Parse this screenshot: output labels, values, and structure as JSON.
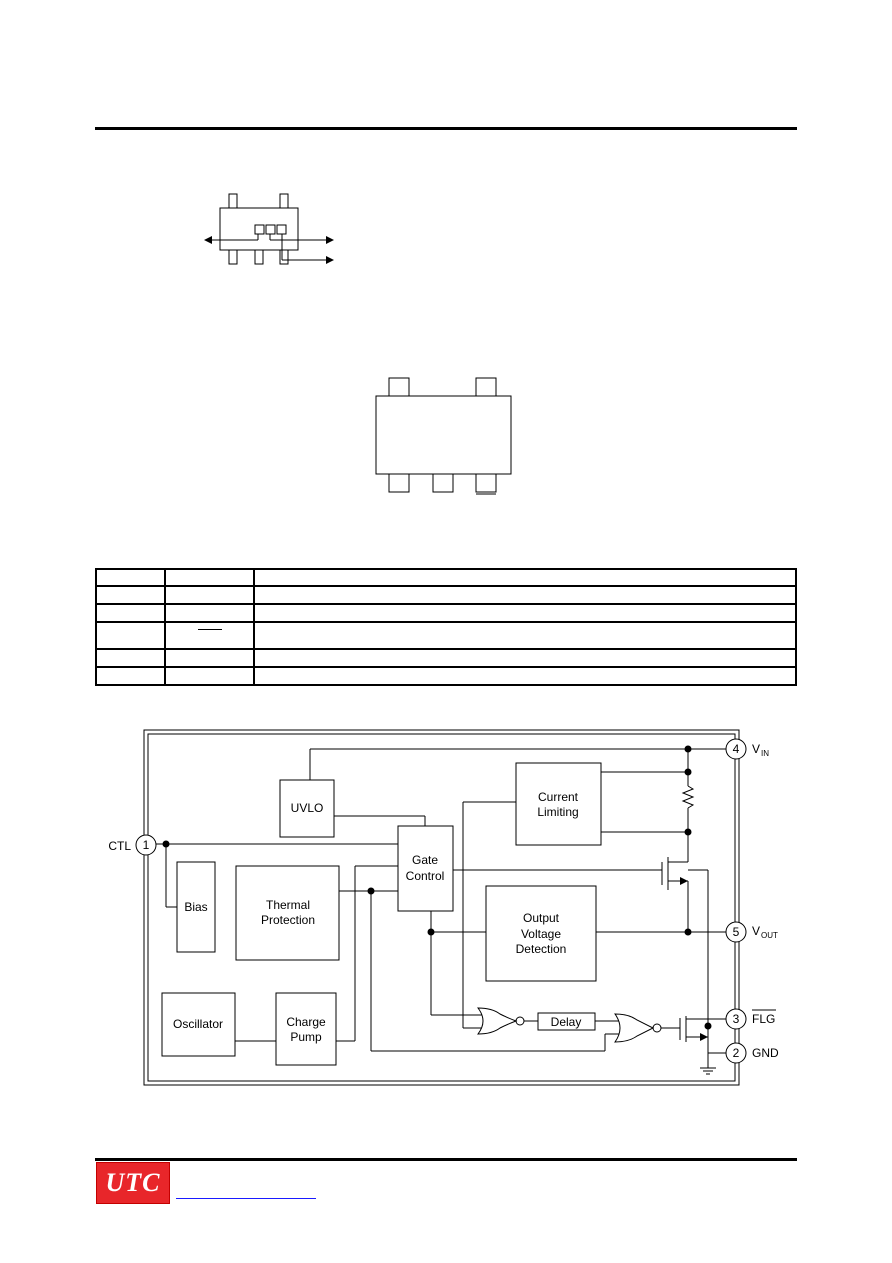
{
  "block_diagram": {
    "pins": {
      "ctl": {
        "label": "CTL",
        "number": "1"
      },
      "vin": {
        "label": "V",
        "sub": "IN",
        "number": "4"
      },
      "vout": {
        "label": "V",
        "sub": "OUT",
        "number": "5"
      },
      "flg": {
        "label": "FLG",
        "number": "3"
      },
      "gnd": {
        "label": "GND",
        "number": "2"
      }
    },
    "blocks": {
      "uvlo": "UVLO",
      "current_limiting": [
        "Current",
        "Limiting"
      ],
      "gate_control": [
        "Gate",
        "Control"
      ],
      "bias": "Bias",
      "thermal_protection": [
        "Thermal",
        "Protection"
      ],
      "output_voltage_detection": [
        "Output",
        "Voltage",
        "Detection"
      ],
      "oscillator": "Oscillator",
      "charge_pump": [
        "Charge",
        "Pump"
      ],
      "delay": "Delay"
    }
  },
  "footer": {
    "logo_text": "UTC"
  }
}
